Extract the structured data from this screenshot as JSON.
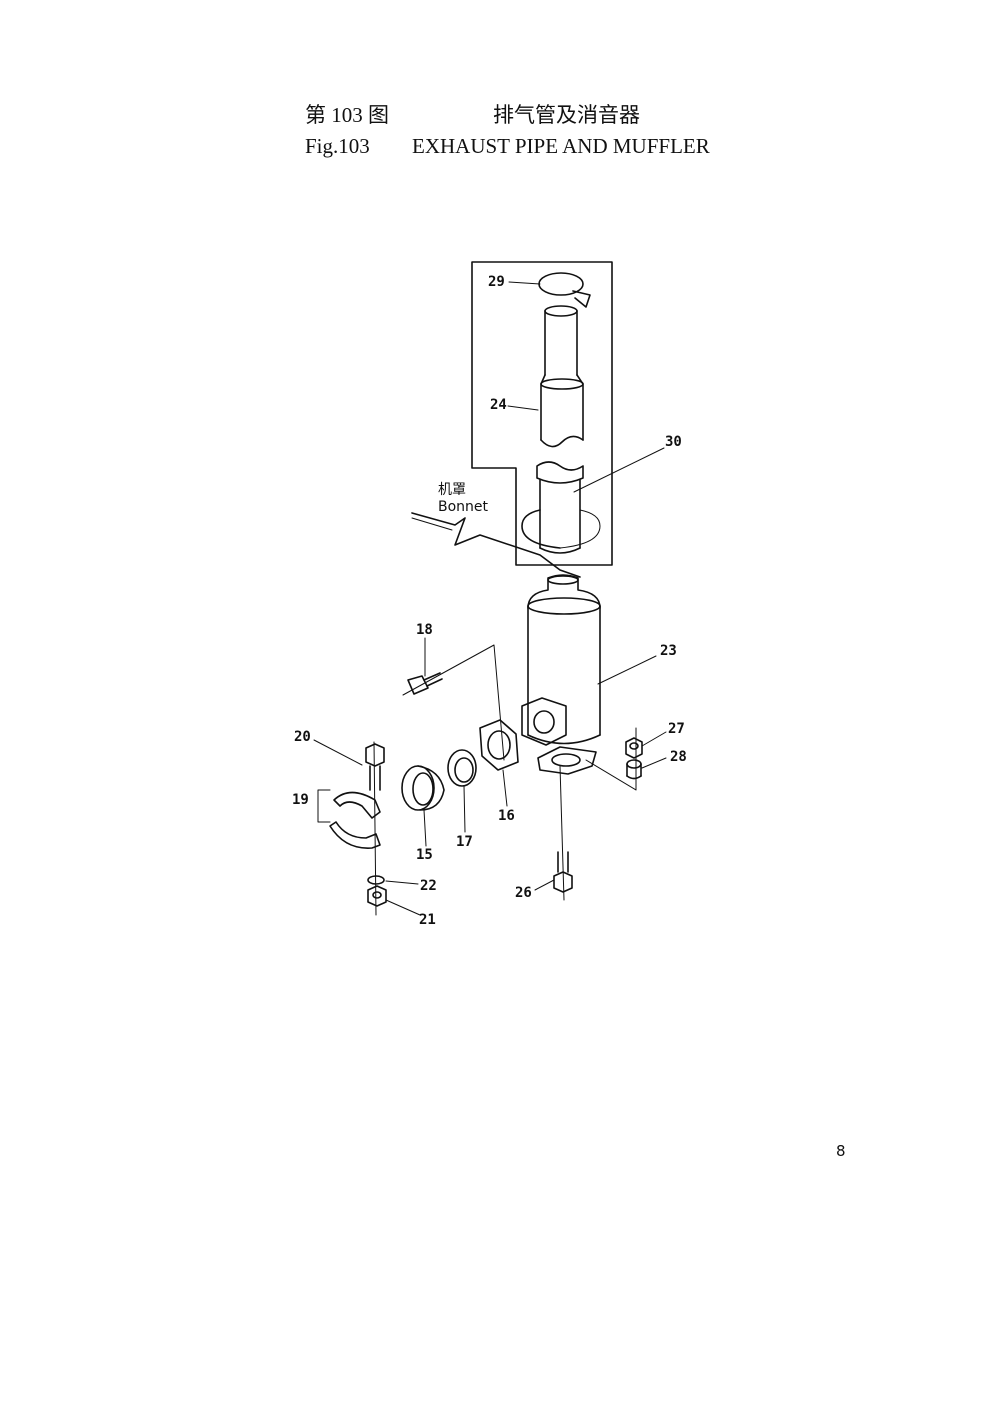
{
  "header": {
    "cn_fig": "第 103 图",
    "cn_title": "排气管及消音器",
    "en_fig": "Fig.103",
    "en_title": "EXHAUST PIPE AND MUFFLER"
  },
  "diagram": {
    "bonnet_cn": "机罩",
    "bonnet_en": "Bonnet",
    "callouts": [
      "29",
      "24",
      "30",
      "18",
      "23",
      "20",
      "27",
      "28",
      "19",
      "16",
      "15",
      "17",
      "22",
      "26",
      "21"
    ]
  },
  "page_number": "8"
}
